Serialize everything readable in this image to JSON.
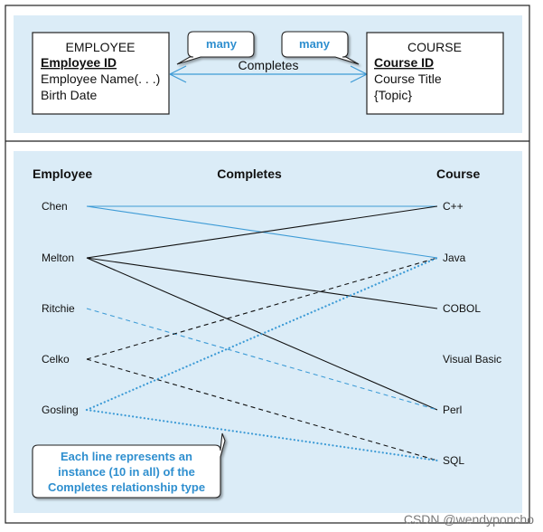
{
  "er_diagram": {
    "employee": {
      "name": "EMPLOYEE",
      "key": "Employee ID",
      "attributes": [
        "Employee Name(. . .)",
        "Birth Date"
      ]
    },
    "course": {
      "name": "COURSE",
      "key": "Course ID",
      "attributes": [
        "Course Title",
        "{Topic}"
      ]
    },
    "relationship": "Completes",
    "cardinality_left": "many",
    "cardinality_right": "many"
  },
  "instances": {
    "headers": {
      "employee": "Employee",
      "relationship": "Completes",
      "course": "Course"
    },
    "employees": [
      "Chen",
      "Melton",
      "Ritchie",
      "Celko",
      "Gosling"
    ],
    "courses": [
      "C++",
      "Java",
      "COBOL",
      "Visual Basic",
      "Perl",
      "SQL"
    ],
    "links": [
      {
        "employee": "Chen",
        "course": "C++",
        "style": "solid-blue"
      },
      {
        "employee": "Chen",
        "course": "Java",
        "style": "solid-blue"
      },
      {
        "employee": "Melton",
        "course": "C++",
        "style": "solid-black"
      },
      {
        "employee": "Melton",
        "course": "COBOL",
        "style": "solid-black"
      },
      {
        "employee": "Melton",
        "course": "Perl",
        "style": "solid-black"
      },
      {
        "employee": "Ritchie",
        "course": "Perl",
        "style": "dashed-blue"
      },
      {
        "employee": "Celko",
        "course": "Java",
        "style": "dashed-black"
      },
      {
        "employee": "Celko",
        "course": "SQL",
        "style": "dashed-black"
      },
      {
        "employee": "Gosling",
        "course": "Java",
        "style": "dotted-blue"
      },
      {
        "employee": "Gosling",
        "course": "SQL",
        "style": "dotted-blue"
      }
    ],
    "callout": [
      "Each line represents an",
      "instance (10 in all) of the",
      "Completes relationship type"
    ]
  },
  "colors": {
    "panel_bg": "#dbecf7",
    "line_blue": "#3d9bd6",
    "text_blue": "#2f8fcf",
    "black": "#111111"
  },
  "watermark": "CSDN @wendyponcho"
}
